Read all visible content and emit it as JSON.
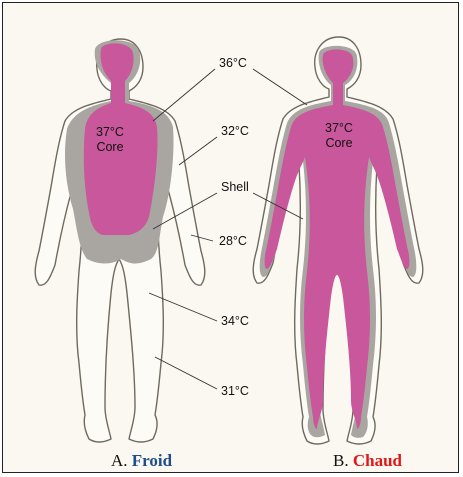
{
  "figure": {
    "core_label_cold": {
      "temp": "37°C",
      "word": "Core"
    },
    "core_label_hot": {
      "temp": "37°C",
      "word": "Core"
    },
    "labels": {
      "t36": "36°C",
      "t32": "32°C",
      "shell": "Shell",
      "t28": "28°C",
      "t34": "34°C",
      "t31": "31°C"
    },
    "captions": {
      "cold_prefix": "A.",
      "cold_word": "Froid",
      "hot_prefix": "B.",
      "hot_word": "Chaud"
    },
    "colors": {
      "core": "#c9579b",
      "shell": "#a9a6a2",
      "cold_caption": "#1f4e8c",
      "hot_caption": "#e01818"
    }
  }
}
